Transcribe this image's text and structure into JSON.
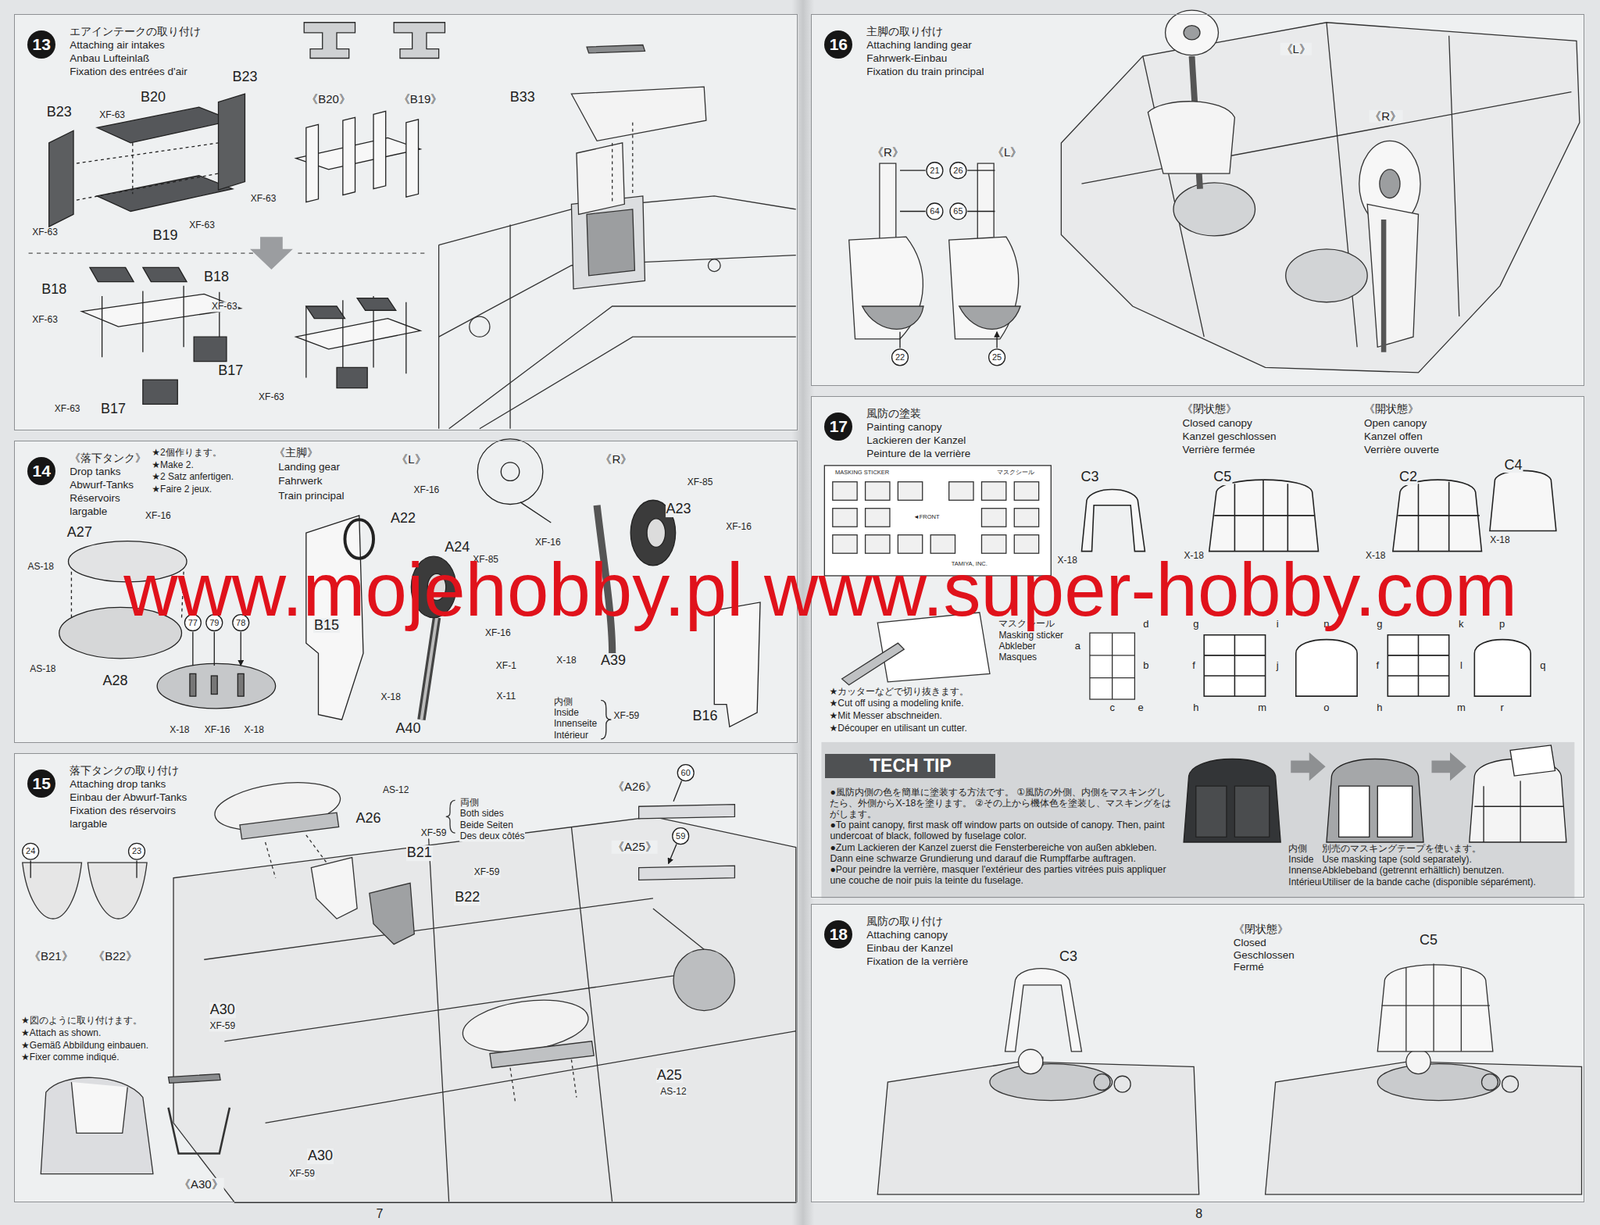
{
  "diagram": {
    "nodes": [
      {
        "text": [
          "13",
          "エアインテークの取り付け",
          "Attaching air intakes",
          "Anbau Lufteinlaß",
          "Fixation des entrées d'air"
        ]
      },
      {
        "text": [
          "14",
          "《落下タンク》",
          "Drop tanks",
          "Abwurf-Tanks",
          "Réservoirs largable"
        ]
      },
      {
        "text": [
          "15",
          "落下タンクの取り付け",
          "Attaching drop tanks",
          "Einbau der Abwurf-Tanks",
          "Fixation des réservoirs largable"
        ]
      },
      {
        "text": [
          "16",
          "主脚の取り付け",
          "Attaching landing gear",
          "Fahrwerk-Einbau",
          "Fixation du train principal"
        ]
      },
      {
        "text": [
          "17",
          "風防の塗装",
          "Painting canopy",
          "Lackieren der Kanzel",
          "Peinture de la verrière"
        ]
      },
      {
        "text": [
          "TECH TIP",
          "●風防内側の色を簡単に塗装する方法です。 ①風防の外側、内側をマスキングしたら、外側からX-18を塗ります。 ②その上から機体色を塗装し、マスキングをはがします。",
          "●To paint canopy, first mask off window parts on outside of canopy. Then, paint undercoat of black, followed by fuselage color.",
          "●Zum Lackieren der Kanzel zuerst die Fensterbereiche von außen abkleben. Dann eine schwarze Grundierung und darauf die Rumpffarbe auftragen.",
          "●Pour peindre la verrière, masquer l'extérieur des parties vitrées puis appliquer une couche de noir puis la teinte du fuselage."
        ],
        "in": 4
      },
      {
        "text": [
          "18",
          "風防の取り付け",
          "Attaching canopy",
          "Einbau der Kanzel",
          "Fixation de la verrière"
        ]
      }
    ],
    "labels": [
      "《B20》",
      "《B19》",
      "B23",
      "B20",
      "B23",
      "XF-63",
      "XF-63",
      "B19",
      "XF-63",
      "XF-63",
      "B18",
      "B18",
      "XF-63",
      "XF-63",
      "B17",
      "XF-63",
      "XF-63",
      "B17",
      "B33",
      "★2個作ります。",
      "★Make 2.",
      "★2 Satz anfertigen.",
      "★Faire 2 jeux.",
      "《主脚》",
      "Landing gear",
      "Fahrwerk",
      "Train principal",
      "《L》",
      "《R》",
      "XF-16",
      "A27",
      "AS-18",
      "AS-18",
      "A28",
      "77",
      "79",
      "78",
      "X-18",
      "XF-16",
      "X-18",
      "XF-16",
      "A22",
      "A24",
      "B15",
      "XF-16",
      "XF-1",
      "X-11",
      "X-18",
      "A40",
      "XF-85",
      "A23",
      "XF-16",
      "XF-16",
      "X-18",
      "A39",
      "内側",
      "Inside",
      "Innenseite",
      "Intérieur",
      "XF-59",
      "B16",
      "XF-85",
      "24",
      "23",
      "《B21》",
      "《B22》",
      "★図のように取り付けます。",
      "★Attach as shown.",
      "★Gemäß Abbildung einbauen.",
      "★Fixer comme indiqué.",
      "《A30》",
      "AS-12",
      "A26",
      "両側",
      "Both sides",
      "Beide Seiten",
      "Des deux côtés",
      "XF-59",
      "B21",
      "XF-59",
      "B22",
      "A30",
      "XF-59",
      "《A26》",
      "60",
      "《A25》",
      "59",
      "A25",
      "AS-12",
      "A30",
      "XF-59",
      "7",
      "《L》",
      "《R》",
      "《R》",
      "《L》",
      "21",
      "26",
      "64",
      "65",
      "22",
      "25",
      "《閉状態》",
      "Closed canopy",
      "Kanzel geschlossen",
      "Verrière fermée",
      "《開状態》",
      "Open canopy",
      "Kanzel offen",
      "Verrière ouverte",
      "MASKING STICKER",
      "マスクシール",
      "◄FRONT",
      "TAMIYA, INC.",
      "マスクシール",
      "Masking sticker",
      "Abkleber",
      "Masques",
      "★カッターなどで切り抜きます。",
      "★Cut off using a modeling knife.",
      "★Mit Messer abschneiden.",
      "★Découper en utilisant un cutter.",
      "C3",
      "X-18",
      "d",
      "a",
      "b",
      "c",
      "e",
      "C5",
      "X-18",
      "g",
      "i",
      "n",
      "f",
      "j",
      "h",
      "m",
      "o",
      "C2",
      "C4",
      "X-18",
      "X-18",
      "g",
      "k",
      "p",
      "f",
      "l",
      "q",
      "h",
      "m",
      "r",
      "内側",
      "Inside",
      "Innenseite",
      "Intérieur",
      "別売のマスキングテープを使います。",
      "Use masking tape (sold separately).",
      "Abklebeband (getrennt erhältlich) benutzen.",
      "Utiliser de la bande cache (disponible séparément).",
      "C3",
      "《閉状態》",
      "Closed",
      "Geschlossen",
      "Fermé",
      "C5",
      "8",
      "www.mojehobby.pl www.super-hobby.com"
    ]
  }
}
